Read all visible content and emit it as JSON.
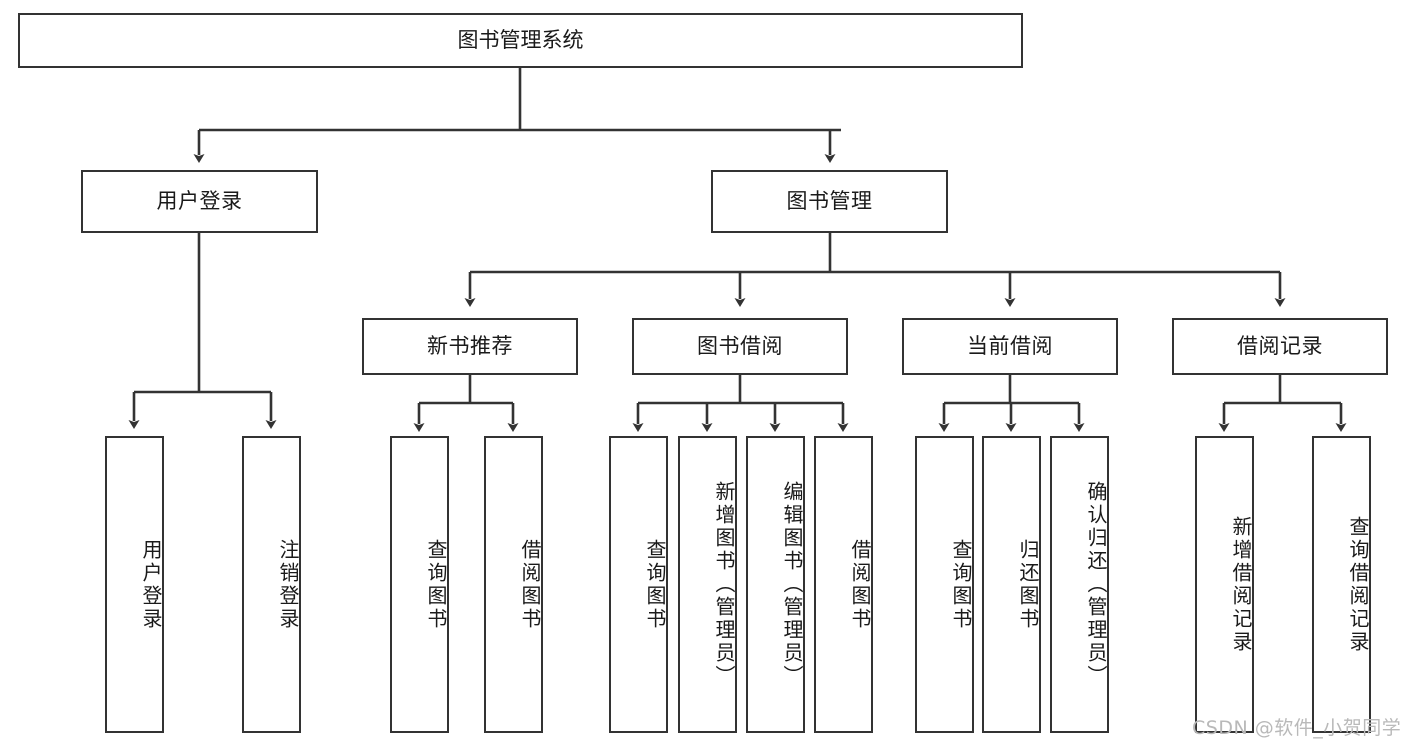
{
  "diagram": {
    "title": "图书管理系统",
    "watermark": "CSDN @软件_小贺同学",
    "stroke_color": "#333333",
    "background_color": "#ffffff",
    "text_color": "#1a1a1a",
    "watermark_color": "#b9b9b9",
    "root": {
      "label": "图书管理系统"
    },
    "level2": [
      {
        "label": "用户登录"
      },
      {
        "label": "图书管理"
      }
    ],
    "level3": [
      {
        "label": "新书推荐"
      },
      {
        "label": "图书借阅"
      },
      {
        "label": "当前借阅"
      },
      {
        "label": "借阅记录"
      }
    ],
    "leaves": {
      "user_login": [
        {
          "label": "用户登录"
        },
        {
          "label": "注销登录"
        }
      ],
      "new_book_recommend": [
        {
          "label": "查询图书"
        },
        {
          "label": "借阅图书"
        }
      ],
      "book_borrow": [
        {
          "label": "查询图书"
        },
        {
          "label": "新增图书（管理员）"
        },
        {
          "label": "编辑图书（管理员）"
        },
        {
          "label": "借阅图书"
        }
      ],
      "current_borrow": [
        {
          "label": "查询图书"
        },
        {
          "label": "归还图书"
        },
        {
          "label": "确认归还（管理员）"
        }
      ],
      "borrow_record": [
        {
          "label": "新增借阅记录"
        },
        {
          "label": "查询借阅记录"
        }
      ]
    }
  }
}
